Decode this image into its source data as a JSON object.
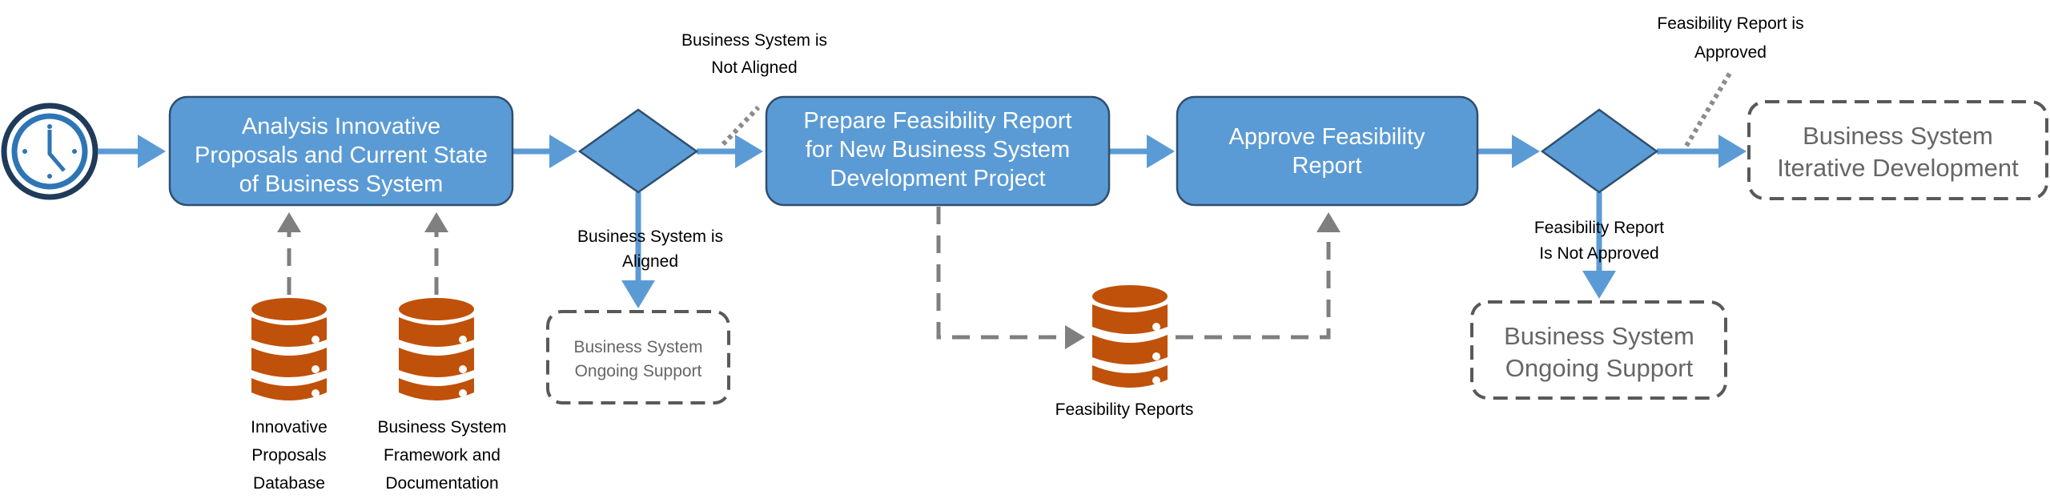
{
  "diagram": {
    "start_event": {
      "icon": "clock-icon"
    },
    "tasks": [
      {
        "lines": [
          "Analysis  Innovative",
          "Proposals and Current State",
          "of Business System"
        ]
      },
      {
        "lines": [
          "Prepare Feasibility Report",
          "for New Business System",
          "Development Project"
        ]
      },
      {
        "lines": [
          "Approve Feasibility",
          "Report"
        ]
      }
    ],
    "gateway1": {
      "not_aligned_label": [
        "Business System is",
        "Not Aligned"
      ],
      "aligned_label": [
        "Business System is",
        "Aligned"
      ],
      "aligned_end": [
        "Business System",
        "Ongoing Support"
      ]
    },
    "gateway2": {
      "approved_label": [
        "Feasibility Report is",
        "Approved"
      ],
      "not_approved_label": [
        "Feasibility Report",
        "Is Not Approved"
      ],
      "approved_end": [
        "Business System",
        "Iterative Development"
      ],
      "not_approved_end": [
        "Business System",
        "Ongoing Support"
      ]
    },
    "data_stores": [
      {
        "lines": [
          "Innovative",
          "Proposals",
          "Database"
        ]
      },
      {
        "lines": [
          "Business System",
          "Framework and",
          "Documentation"
        ]
      },
      {
        "lines": [
          "Feasibility Reports"
        ]
      }
    ],
    "colors": {
      "task": "#5b9bd5",
      "database": "#c0510a",
      "clock": "#2e75b6",
      "clock_ring": "#1f3b5a"
    }
  }
}
